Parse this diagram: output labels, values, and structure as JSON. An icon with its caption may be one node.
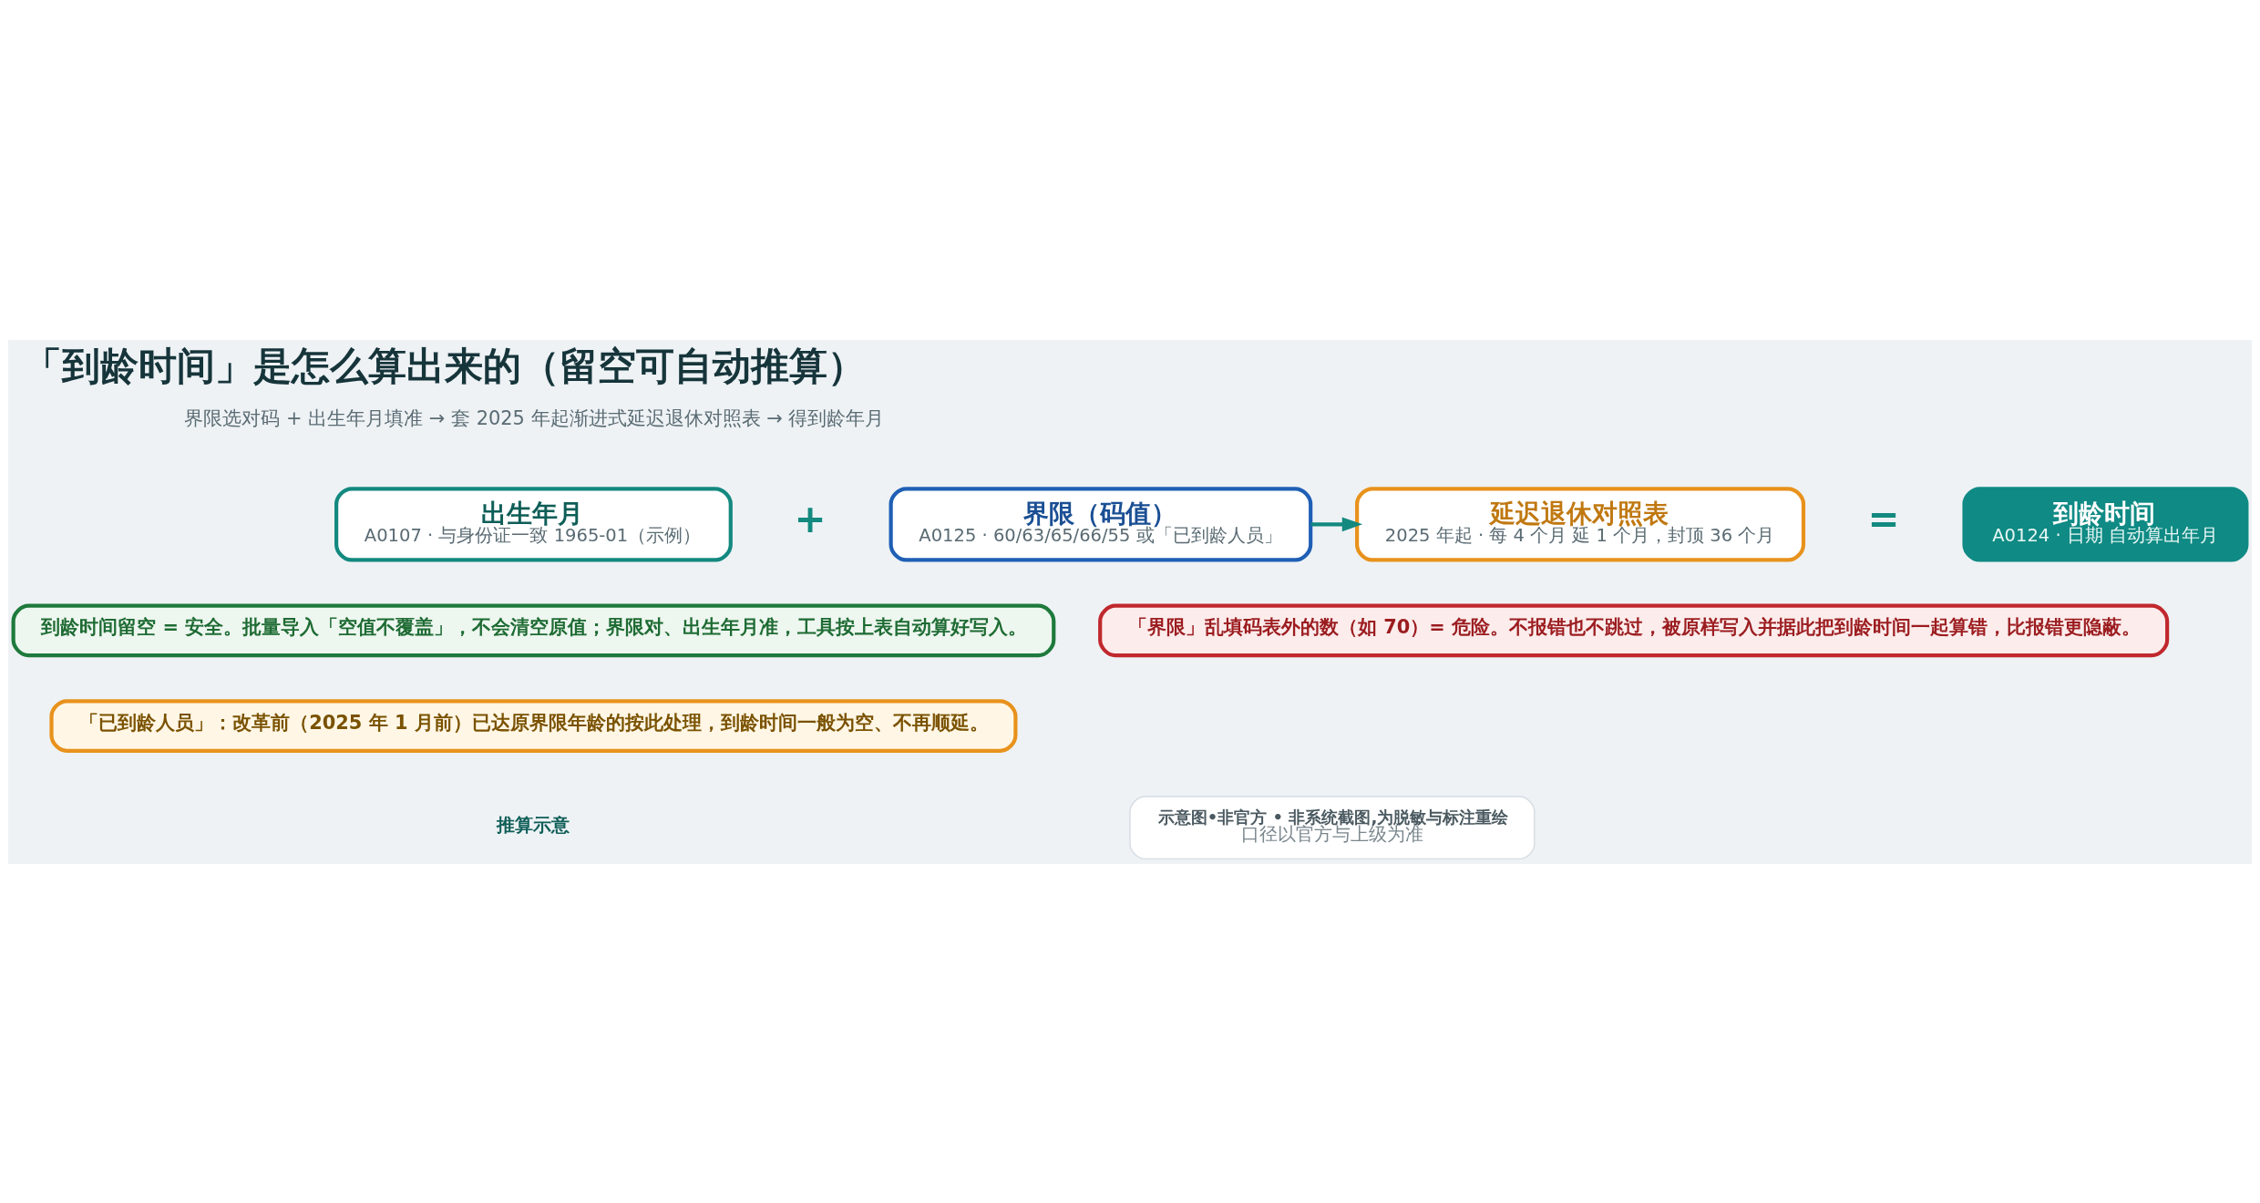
{
  "diagram": {
    "title": "「到龄时间」是怎么算出来的（留空可自动推算）",
    "nodes": [
      {
        "text": [
          "出生年月",
          "A0107 · 与身份证一致 1965-01（示例）"
        ]
      },
      {
        "text": [
          "界限（码值）",
          "A0125 · 60/63/65/66/55 或「已到龄人员」"
        ]
      },
      {
        "text": [
          "延迟退休对照表",
          "2025 年起 · 每 4 个月 延 1 个月，封顶 36 个月"
        ]
      },
      {
        "text": [
          "到龄时间",
          "A0124 · 日期 自动算出年月"
        ]
      },
      {
        "text": [
          "到龄时间留空 = 安全。批量导入「空值不覆盖」，不会清空原值；界限对、出生年月准，工具按上表自动算好写入。"
        ]
      },
      {
        "text": [
          "「界限」乱填码表外的数（如 70）= 危险。不报错也不跳过，被原样写入并据此把到龄时间一起算错，比报错更隐蔽。"
        ]
      },
      {
        "text": [
          "「已到龄人员」：改革前（2025 年 1 月前）已达原界限年龄的按此处理，到龄时间一般为空、不再顺延。"
        ]
      },
      {
        "text": [
          "示意图•非官方 • 非系统截图,为脱敏与标注重绘",
          "口径以官方与上级为准"
        ]
      }
    ],
    "edges": [
      {
        "from": 1,
        "to": 2,
        "arrow": "to"
      }
    ],
    "labels": [
      "界限选对码 + 出生年月填准 → 套 2025 年起渐进式延迟退休对照表 → 得到龄年月",
      "+",
      "=",
      "推算示意"
    ]
  }
}
